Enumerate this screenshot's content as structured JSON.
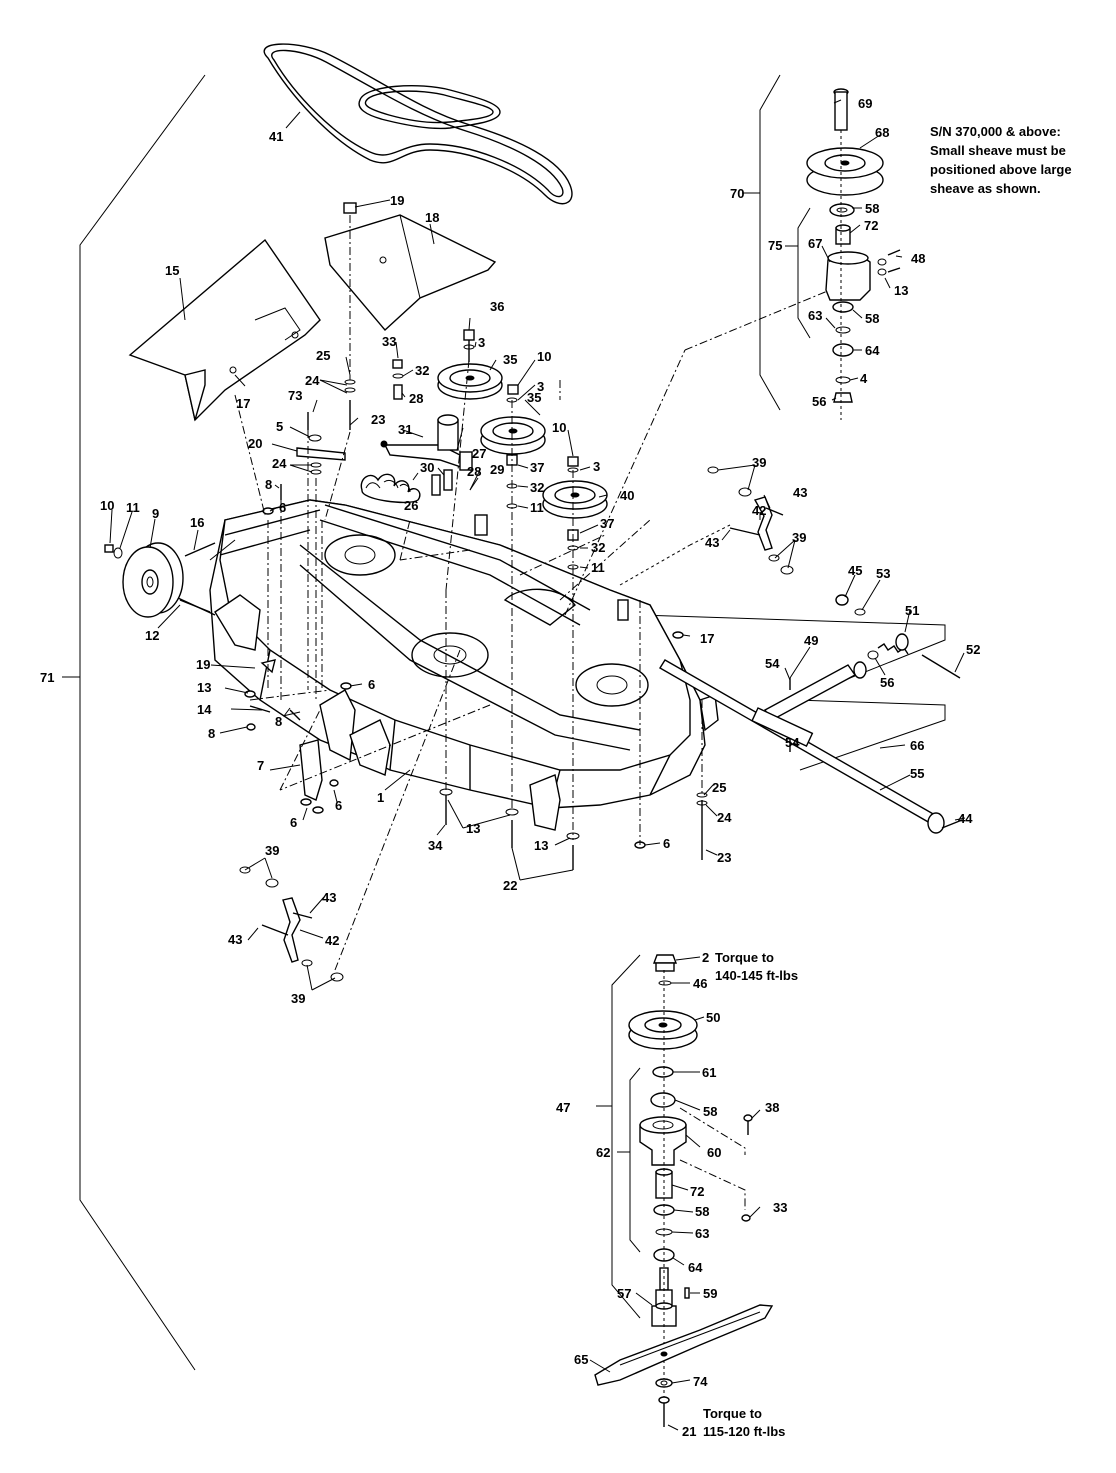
{
  "diagram": {
    "callouts": [
      "1",
      "2",
      "3",
      "4",
      "5",
      "6",
      "7",
      "8",
      "9",
      "10",
      "11",
      "12",
      "13",
      "14",
      "15",
      "16",
      "17",
      "18",
      "19",
      "20",
      "21",
      "22",
      "23",
      "24",
      "25",
      "26",
      "27",
      "28",
      "29",
      "30",
      "31",
      "32",
      "33",
      "34",
      "35",
      "36",
      "37",
      "38",
      "39",
      "40",
      "41",
      "42",
      "43",
      "44",
      "45",
      "46",
      "47",
      "48",
      "49",
      "50",
      "51",
      "52",
      "53",
      "54",
      "55",
      "56",
      "57",
      "58",
      "59",
      "60",
      "61",
      "62",
      "63",
      "64",
      "65",
      "66",
      "67",
      "68",
      "69",
      "70",
      "71",
      "72",
      "73",
      "74",
      "75"
    ],
    "notes": {
      "sn_note": [
        "S/N 370,000 & above:",
        "Small sheave must be",
        "positioned above large",
        "sheave as shown."
      ],
      "torque_nut": [
        "Torque to",
        "140-145 ft-lbs"
      ],
      "torque_bolt": [
        "Torque to",
        "115-120 ft-lbs"
      ]
    }
  }
}
